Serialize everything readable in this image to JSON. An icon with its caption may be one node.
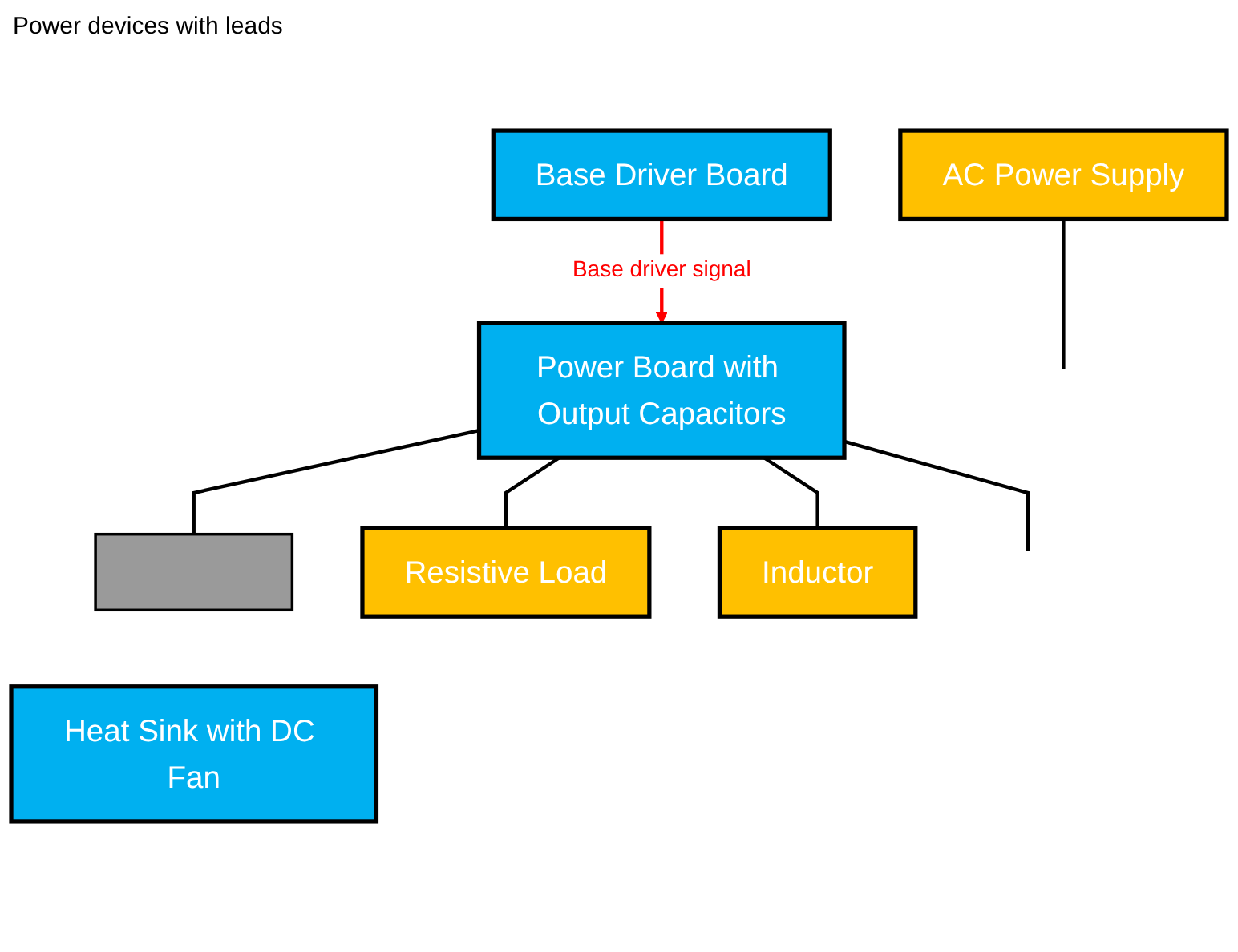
{
  "diagram": {
    "nodes": [
      {
        "text": [
          "Base Driver Board"
        ]
      },
      {
        "text": [
          "Power Board with Output Capacitors"
        ]
      },
      {
        "text": [],
        "shape": "bar"
      },
      {
        "text": [
          "Heat Sink with DC Fan"
        ]
      },
      {
        "text": [
          "Resistive Load"
        ]
      },
      {
        "text": [
          "Inductor"
        ]
      },
      {
        "text": [
          "AC Power Supply"
        ]
      }
    ],
    "edges": [
      {
        "from": 0,
        "to": 1,
        "arrow": "to",
        "label": "Base driver signal",
        "color": "#ff0000"
      },
      {
        "from": 1,
        "to": 2,
        "arrow": "none"
      },
      {
        "from": 1,
        "to": 4,
        "arrow": "none"
      },
      {
        "from": 1,
        "to": 5,
        "arrow": "none"
      },
      {
        "from": 1,
        "to": null,
        "arrow": "none"
      },
      {
        "from": 6,
        "to": null,
        "arrow": "none"
      }
    ],
    "labels": [
      "Power devices with leads"
    ]
  }
}
